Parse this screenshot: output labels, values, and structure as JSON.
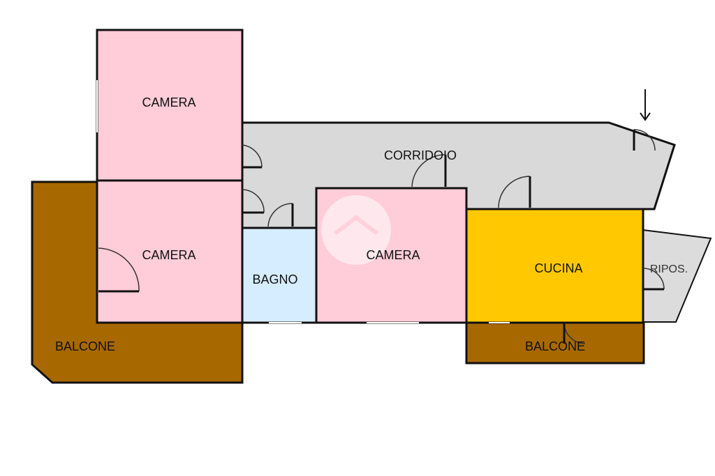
{
  "floorplan": {
    "rooms": {
      "camera_top": "CAMERA",
      "camera_left": "CAMERA",
      "camera_center": "CAMERA",
      "corridoio": "CORRIDOIO",
      "bagno": "BAGNO",
      "cucina": "CUCINA",
      "ripostiglio": "RIPOS.",
      "balcone_left": "BALCONE",
      "balcone_right": "BALCONE"
    },
    "colors": {
      "camera": "#ffccd9",
      "corridoio": "#d9d9d9",
      "bagno": "#d6ecff",
      "cucina": "#ffc800",
      "balcone": "#a86800",
      "ripostiglio": "#dcdcdc"
    },
    "entrance_icon": "arrow-down-icon",
    "watermark_icon": "house-watermark-icon"
  }
}
